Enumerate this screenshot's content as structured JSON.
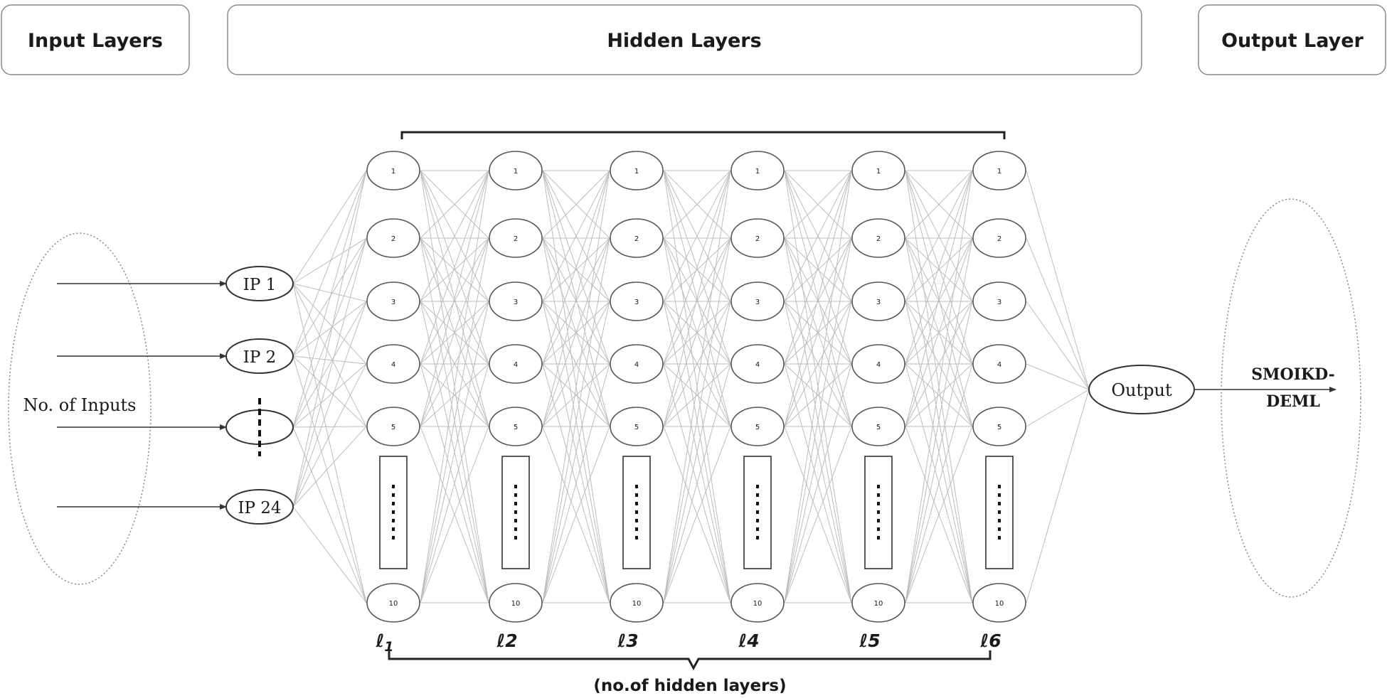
{
  "header": {
    "input_layers": "Input Layers",
    "hidden_layers": "Hidden Layers",
    "output_layer": "Output Layer"
  },
  "inputs": {
    "group_label": "No. of Inputs",
    "nodes": [
      "IP 1",
      "IP 2",
      "",
      "IP 24"
    ]
  },
  "hidden": {
    "node_labels": [
      "1",
      "2",
      "3",
      "4",
      "5",
      "10"
    ],
    "layers": [
      {
        "prefix": "ℓ",
        "index": "1"
      },
      {
        "prefix": "ℓ",
        "index": "2"
      },
      {
        "prefix": "ℓ",
        "index": "3"
      },
      {
        "prefix": "ℓ",
        "index": "4"
      },
      {
        "prefix": "ℓ",
        "index": "5"
      },
      {
        "prefix": "ℓ",
        "index": "6"
      }
    ],
    "count_label": "(no.of hidden layers)"
  },
  "output": {
    "node_label": "Output",
    "result_line1": "SMOIKD-",
    "result_line2": "DEML"
  },
  "colors": {
    "stroke": "#555555",
    "edge": "#bdbdbd",
    "dark": "#222222"
  }
}
